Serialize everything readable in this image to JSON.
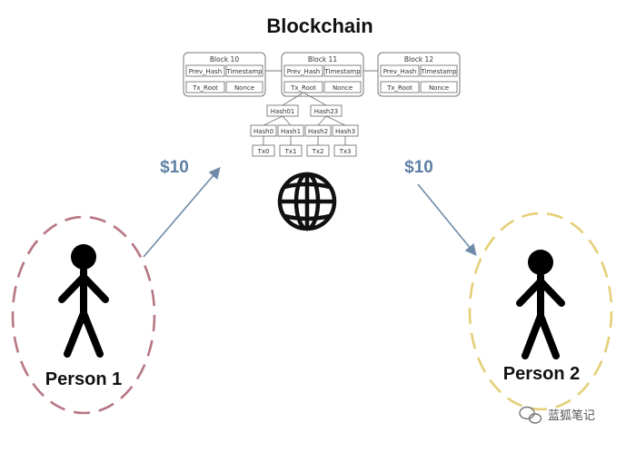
{
  "title": "Blockchain",
  "blocks": [
    {
      "name": "Block 10",
      "cells": [
        "Prev_Hash",
        "Timestamp",
        "Tx_Root",
        "Nonce"
      ]
    },
    {
      "name": "Block 11",
      "cells": [
        "Prev_Hash",
        "Timestamp",
        "Tx_Root",
        "Nonce"
      ]
    },
    {
      "name": "Block 12",
      "cells": [
        "Prev_Hash",
        "Timestamp",
        "Tx_Root",
        "Nonce"
      ]
    }
  ],
  "merkle": {
    "level1": [
      "Hash01",
      "Hash23"
    ],
    "level2": [
      "Hash0",
      "Hash1",
      "Hash2",
      "Hash3"
    ],
    "leaves": [
      "Tx0",
      "Tx1",
      "Tx2",
      "Tx3"
    ]
  },
  "transfers": [
    {
      "amount": "$10",
      "direction": "to-blockchain"
    },
    {
      "amount": "$10",
      "direction": "from-blockchain"
    }
  ],
  "people": [
    {
      "label": "Person 1",
      "ring_color": "#b77684"
    },
    {
      "label": "Person 2",
      "ring_color": "#e4cf78"
    }
  ],
  "watermark": "蓝狐笔记",
  "colors": {
    "arrow": "#6e8aa8",
    "money": "#5f80a6",
    "network_icon": "#111111"
  },
  "icons": {
    "network": "globe-icon",
    "person": "stick-figure-icon",
    "watermark": "wechat-icon"
  }
}
